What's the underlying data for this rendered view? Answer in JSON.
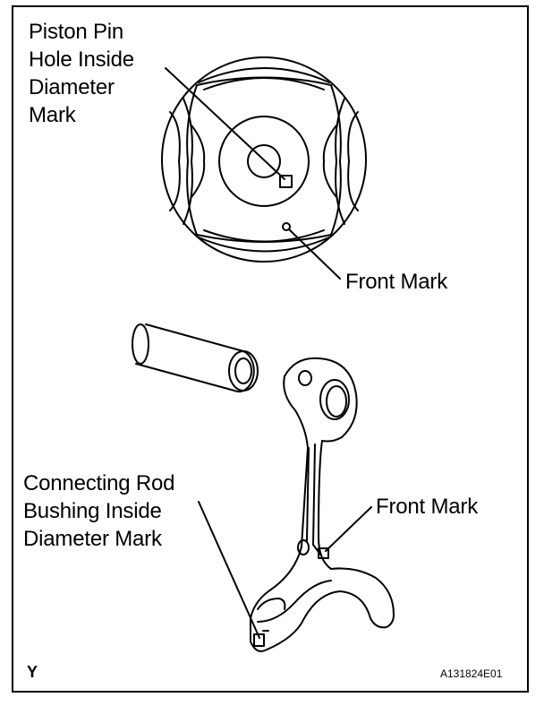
{
  "callouts": {
    "piston_pin_mark": [
      "Piston Pin",
      "Hole Inside",
      "Diameter",
      "Mark"
    ],
    "piston_front_mark": "Front Mark",
    "rod_front_mark": "Front Mark",
    "rod_bushing_mark": [
      "Connecting Rod",
      "Bushing Inside",
      "Diameter Mark"
    ]
  },
  "footer": {
    "view_code": "Y",
    "figure_id": "A131824E01"
  }
}
